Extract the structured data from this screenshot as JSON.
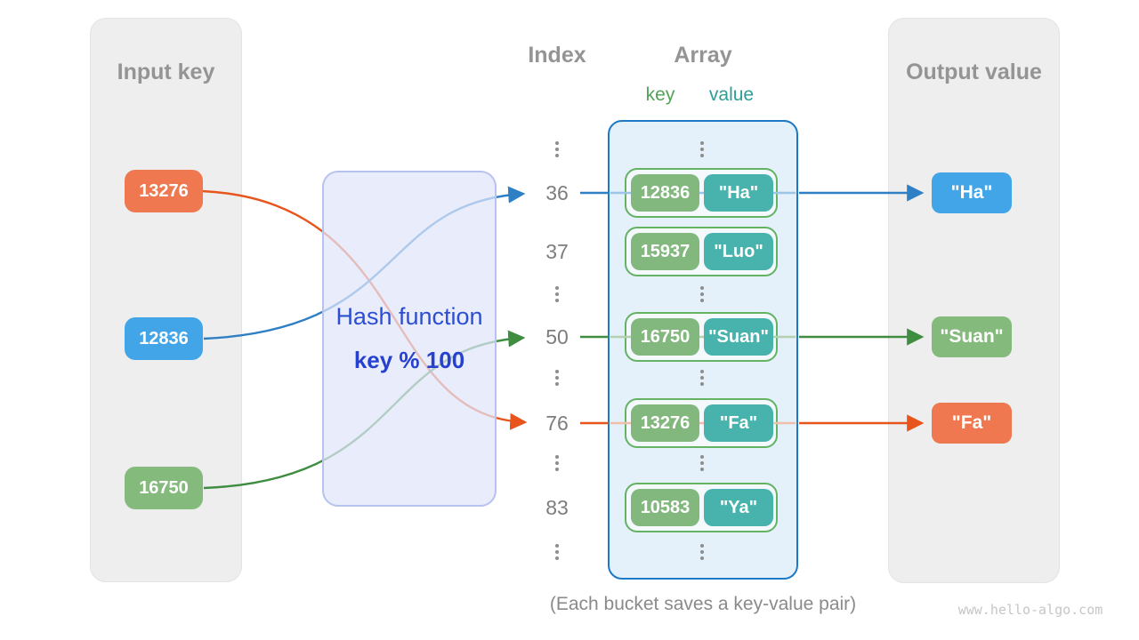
{
  "colors": {
    "orange": "#ef7850",
    "blue": "#42a5e8",
    "green": "#85ba7d",
    "pill_key_green": "#82b87d",
    "pill_value_teal": "#48b3ac",
    "line_orange": "#e8551c",
    "line_blue": "#2e7fc4",
    "line_green": "#3e8d41",
    "array_border_blue": "#1d79c5",
    "bucket_border_green": "#63b363",
    "hash_text_blue": "#2c4ed2",
    "panel_gray": "#eeeeee"
  },
  "input_panel": {
    "title": "Input key",
    "keys": [
      {
        "label": "13276",
        "color": "#ef7850"
      },
      {
        "label": "12836",
        "color": "#42a5e8"
      },
      {
        "label": "16750",
        "color": "#85ba7d"
      }
    ]
  },
  "hash_box": {
    "line1": "Hash function",
    "line2": "key % 100"
  },
  "index_column": {
    "header": "Index",
    "items": [
      "36",
      "37",
      "50",
      "76",
      "83"
    ]
  },
  "array_panel": {
    "header": "Array",
    "key_label": "key",
    "value_label": "value",
    "buckets": [
      {
        "key": "12836",
        "value": "\"Ha\""
      },
      {
        "key": "15937",
        "value": "\"Luo\""
      },
      {
        "key": "16750",
        "value": "\"Suan\""
      },
      {
        "key": "13276",
        "value": "\"Fa\""
      },
      {
        "key": "10583",
        "value": "\"Ya\""
      }
    ]
  },
  "output_panel": {
    "title": "Output value",
    "values": [
      {
        "label": "\"Ha\"",
        "color": "#42a5e8"
      },
      {
        "label": "\"Suan\"",
        "color": "#85ba7d"
      },
      {
        "label": "\"Fa\"",
        "color": "#ef7850"
      }
    ]
  },
  "caption": "(Each bucket saves a key-value pair)",
  "watermark": "www.hello-algo.com"
}
